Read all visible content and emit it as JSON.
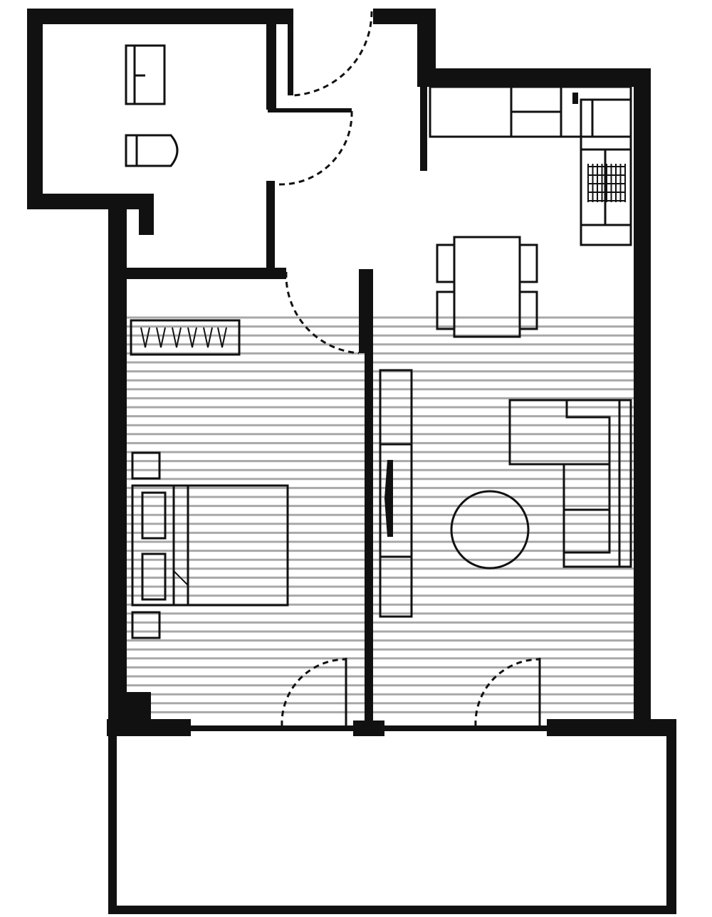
{
  "colors": {
    "wall": "#111111",
    "floor_hatch": "#a8a8a8",
    "background": "#ffffff"
  },
  "plan": {
    "rooms": [
      "bathroom",
      "hallway",
      "kitchen",
      "bedroom",
      "living-room",
      "balcony"
    ],
    "labels": []
  }
}
